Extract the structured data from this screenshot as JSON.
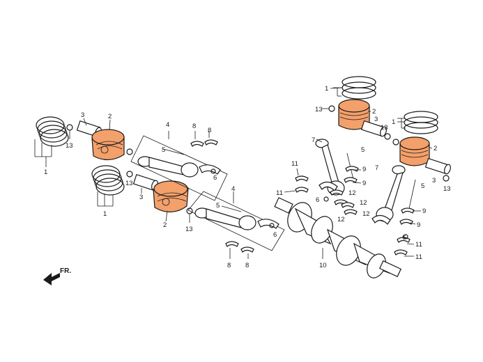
{
  "colors": {
    "highlight": "#f4a06a",
    "line": "#1a1a1a",
    "background": "#ffffff"
  },
  "direction_label": "FR.",
  "callouts": [
    {
      "n": "1"
    },
    {
      "n": "1"
    },
    {
      "n": "1"
    },
    {
      "n": "1"
    },
    {
      "n": "2"
    },
    {
      "n": "2"
    },
    {
      "n": "2"
    },
    {
      "n": "2"
    },
    {
      "n": "3"
    },
    {
      "n": "3"
    },
    {
      "n": "3"
    },
    {
      "n": "3"
    },
    {
      "n": "4"
    },
    {
      "n": "4"
    },
    {
      "n": "5"
    },
    {
      "n": "5"
    },
    {
      "n": "5"
    },
    {
      "n": "5"
    },
    {
      "n": "6"
    },
    {
      "n": "6"
    },
    {
      "n": "6"
    },
    {
      "n": "6"
    },
    {
      "n": "7"
    },
    {
      "n": "7"
    },
    {
      "n": "8"
    },
    {
      "n": "8"
    },
    {
      "n": "8"
    },
    {
      "n": "8"
    },
    {
      "n": "9"
    },
    {
      "n": "9"
    },
    {
      "n": "9"
    },
    {
      "n": "9"
    },
    {
      "n": "10"
    },
    {
      "n": "11"
    },
    {
      "n": "11"
    },
    {
      "n": "11"
    },
    {
      "n": "11"
    },
    {
      "n": "12"
    },
    {
      "n": "12"
    },
    {
      "n": "12"
    },
    {
      "n": "12"
    },
    {
      "n": "13"
    },
    {
      "n": "13"
    },
    {
      "n": "13"
    },
    {
      "n": "13"
    },
    {
      "n": "13"
    },
    {
      "n": "13"
    }
  ]
}
